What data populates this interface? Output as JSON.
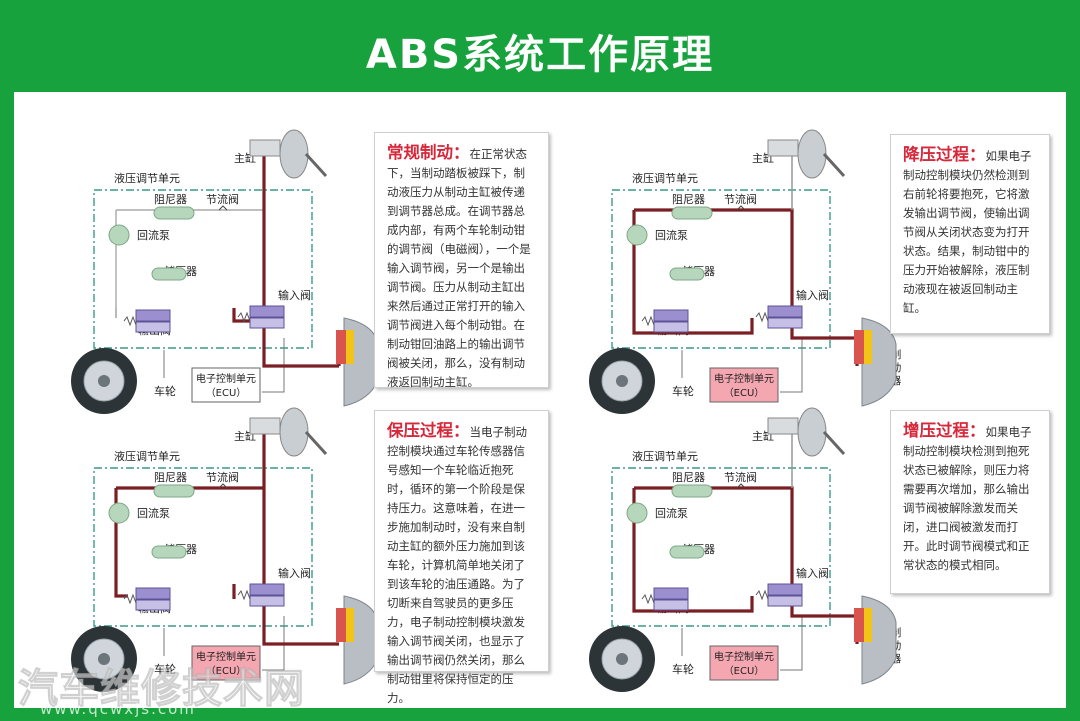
{
  "title": "ABS系统工作原理",
  "labels": {
    "hydraulic_unit": "液压调节单元",
    "master_cylinder": "主缸",
    "damper": "阻尼器",
    "throttle_valve": "节流阀",
    "return_pump": "回流泵",
    "accumulator": "储压器",
    "inlet_valve": "输入阀",
    "outlet_valve": "输出阀",
    "ecu_line1": "电子控制单元",
    "ecu_line2": "（ECU）",
    "wheel": "车轮",
    "brake_chars": [
      "制",
      "动",
      "器"
    ]
  },
  "panels": [
    {
      "id": "normal",
      "heading": "常规制动：",
      "body": "在正常状态下，当制动踏板被踩下，制动液压力从制动主缸被传递到调节器总成。在调节器总成内部，有两个车轮制动钳的调节阀（电磁阀），一个是输入调节阀，另一个是输出调节阀。压力从制动主缸出来然后通过正常打开的输入调节阀进入每个制动钳。在制动钳回油路上的输出调节阀被关闭，那么，没有制动液返回制动主缸。"
    },
    {
      "id": "decrease",
      "heading": "降压过程：",
      "body": "如果电子制动控制模块仍然检测到右前轮将要抱死，它将激发输出调节阀，使输出调节阀从关闭状态变为打开状态。结果，制动钳中的压力开始被解除，液压制动液现在被返回制动主缸。"
    },
    {
      "id": "hold",
      "heading": "保压过程：",
      "body": "当电子制动控制模块通过车轮传感器信号感知一个车轮临近抱死时，循环的第一个阶段是保持压力。这意味着，在进一步施加制动时，没有来自制动主缸的额外压力施加到该车轮，计算机简单地关闭了到该车轮的油压通路。为了切断来自驾驶员的更多压力，电子制动控制模块激发输入调节阀关闭，也显示了输出调节阀仍然关闭，那么制动钳里将保持恒定的压力。"
    },
    {
      "id": "increase",
      "heading": "增压过程：",
      "body": "如果电子制动控制模块检测到抱死状态已被解除，则压力将需要再次增加，那么输出调节阀被解除激发而关闭，进口阀被激发而打开。此时调节阀模式和正常状态的模式相同。"
    }
  ],
  "watermark": {
    "text": "汽车维修技术网",
    "url": "www.qcwxjs.com"
  },
  "colors": {
    "frame": "#18a23e",
    "heading": "#d6283b",
    "line": "#7a1f24",
    "ecu_active": "#f4a7b1"
  }
}
